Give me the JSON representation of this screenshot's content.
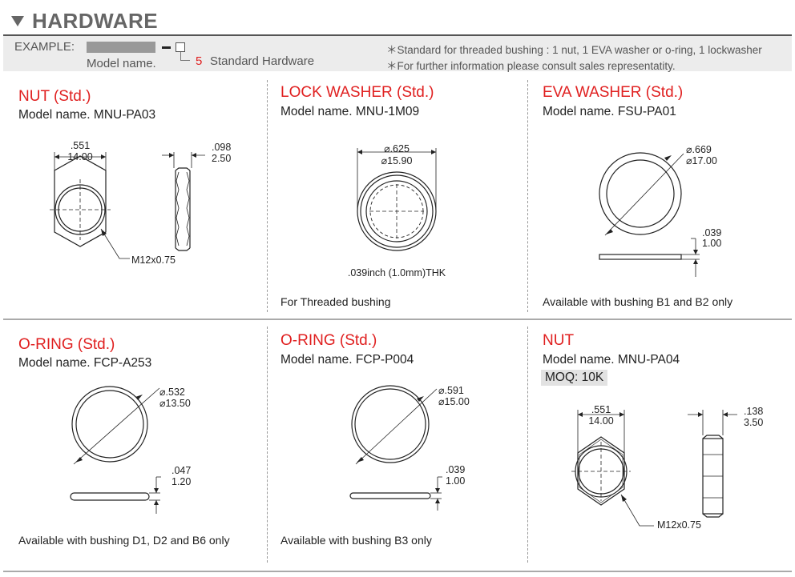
{
  "header": {
    "title": "HARDWARE"
  },
  "example": {
    "label": "EXAMPLE:",
    "model_label": "Model name.",
    "code": "5",
    "code_desc": "Standard Hardware",
    "note1": "＊Standard for threaded bushing : 1 nut, 1 EVA washer or o-ring, 1 lockwasher",
    "note2": "＊For further information please consult sales representatity."
  },
  "cells": [
    {
      "title": "NUT (Std.)",
      "model": "Model name.  MNU-PA03",
      "dims": {
        "w_in": ".551",
        "w_mm": "14.00",
        "t_in": ".098",
        "t_mm": "2.50",
        "thread": "M12x0.75"
      }
    },
    {
      "title": "LOCK WASHER (Std.)",
      "model": "Model name.  MNU-1M09",
      "dims": {
        "d_in": "⌀.625",
        "d_mm": "⌀15.90",
        "thk": ".039inch (1.0mm)THK"
      },
      "footer": "For Threaded bushing"
    },
    {
      "title": "EVA WASHER (Std.)",
      "model": "Model name.  FSU-PA01",
      "dims": {
        "d_in": "⌀.669",
        "d_mm": "⌀17.00",
        "t_in": ".039",
        "t_mm": "1.00"
      },
      "footer": "Available with bushing B1 and B2 only"
    },
    {
      "title": "O-RING (Std.)",
      "model": "Model name.  FCP-A253",
      "dims": {
        "d_in": "⌀.532",
        "d_mm": "⌀13.50",
        "t_in": ".047",
        "t_mm": "1.20"
      },
      "footer": "Available with bushing D1, D2 and B6 only"
    },
    {
      "title": "O-RING (Std.)",
      "model": "Model name.  FCP-P004",
      "dims": {
        "d_in": "⌀.591",
        "d_mm": "⌀15.00",
        "t_in": ".039",
        "t_mm": "1.00"
      },
      "footer": "Available with bushing B3 only"
    },
    {
      "title": "NUT",
      "model": "Model name.  MNU-PA04",
      "moq": "MOQ: 10K",
      "dims": {
        "w_in": ".551",
        "w_mm": "14.00",
        "t_in": ".138",
        "t_mm": "3.50",
        "thread": "M12x0.75"
      }
    }
  ]
}
